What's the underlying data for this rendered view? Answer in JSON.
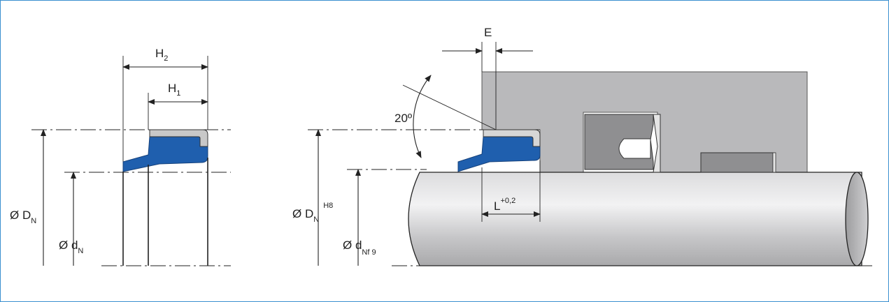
{
  "labels": {
    "h2": "H",
    "h2_sub": "2",
    "h1": "H",
    "h1_sub": "1",
    "dn_left": "Ø D",
    "dn_left_sub": "N",
    "dnsmall_left": "Ø d",
    "dnsmall_left_sub": "N",
    "e": "E",
    "angle": "20º",
    "dn_right": "Ø D",
    "dn_right_sub": "N",
    "dn_right_tol": "H8",
    "dnsmall_right": "Ø d",
    "dnsmall_right_sub": "Nf 9",
    "l": "L",
    "l_tol": "+0,2"
  },
  "colors": {
    "frame": "#3a8fcf",
    "seal_blue": "#1f5fae",
    "seal_grey": "#c8c8c8",
    "housing": "#b9b9bb",
    "rod": "#c9c9cb"
  }
}
